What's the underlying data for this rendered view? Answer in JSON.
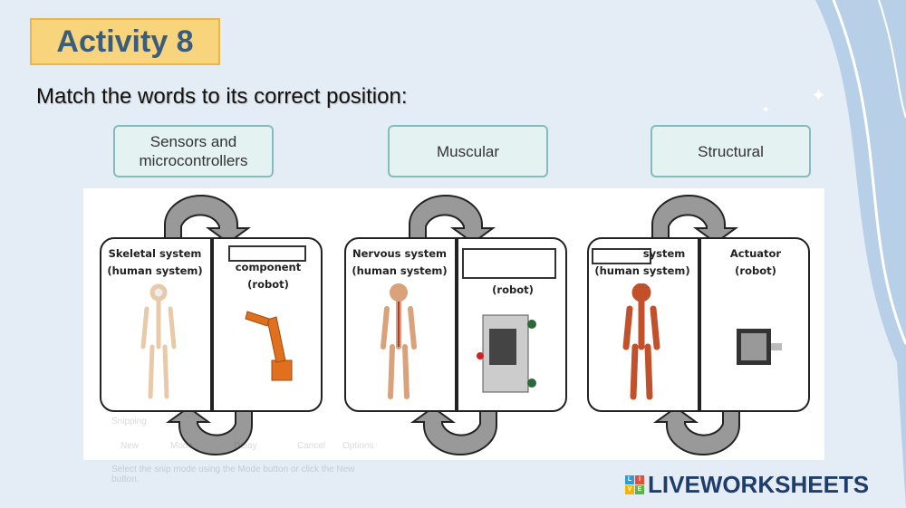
{
  "title": "Activity 8",
  "instruction": "Match the words to its correct position:",
  "word_cards": [
    "Sensors and microcontrollers",
    "Muscular",
    "Structural"
  ],
  "diagrams": [
    {
      "left_label": "Skeletal system",
      "left_sub": "(human system)",
      "right_label": "component",
      "right_sub": "(robot)"
    },
    {
      "left_label": "Nervous system",
      "left_sub": "(human system)",
      "right_label": "",
      "right_sub": "(robot)"
    },
    {
      "left_label": "system",
      "left_sub": "(human system)",
      "right_label": "Actuator",
      "right_sub": "(robot)"
    }
  ],
  "ghost": {
    "title": "Snipping",
    "new": "New",
    "mode": "Mode",
    "delay": "Delay",
    "cancel": "Cancel",
    "options": "Options",
    "hint": "Select the snip mode using the Mode button or click the New button."
  },
  "logo": {
    "text": "LIVEWORKSHEETS",
    "letters": [
      "L",
      "I",
      "V",
      "E"
    ]
  }
}
